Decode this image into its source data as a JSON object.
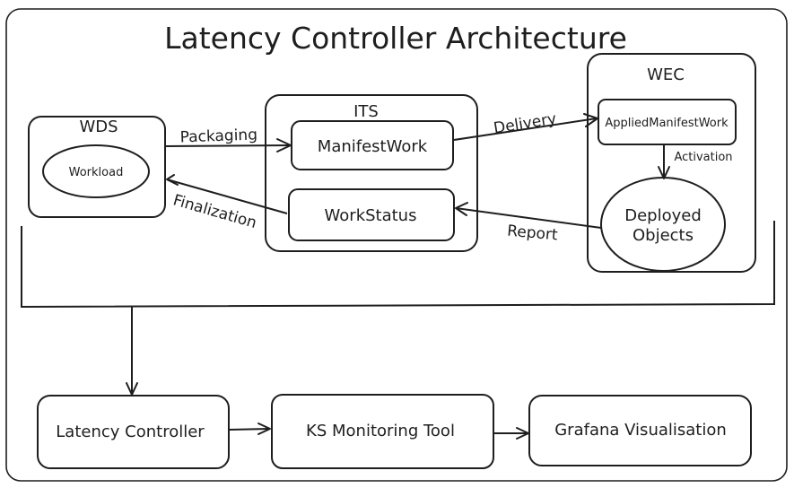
{
  "title": "Latency Controller Architecture",
  "groups": {
    "wds": "WDS",
    "its": "ITS",
    "wec": "WEC"
  },
  "nodes": {
    "workload": "Workload",
    "manifest_work": "ManifestWork",
    "work_status": "WorkStatus",
    "applied_manifest_work": "AppliedManifestWork",
    "deployed_objects": [
      "Deployed",
      "Objects"
    ],
    "latency_controller": "Latency Controller",
    "ks_monitoring_tool": "KS Monitoring Tool",
    "grafana_visualisation": "Grafana Visualisation"
  },
  "edges": {
    "packaging": "Packaging",
    "delivery": "Delivery",
    "activation": "Activation",
    "report": "Report",
    "finalization": "Finalization"
  }
}
